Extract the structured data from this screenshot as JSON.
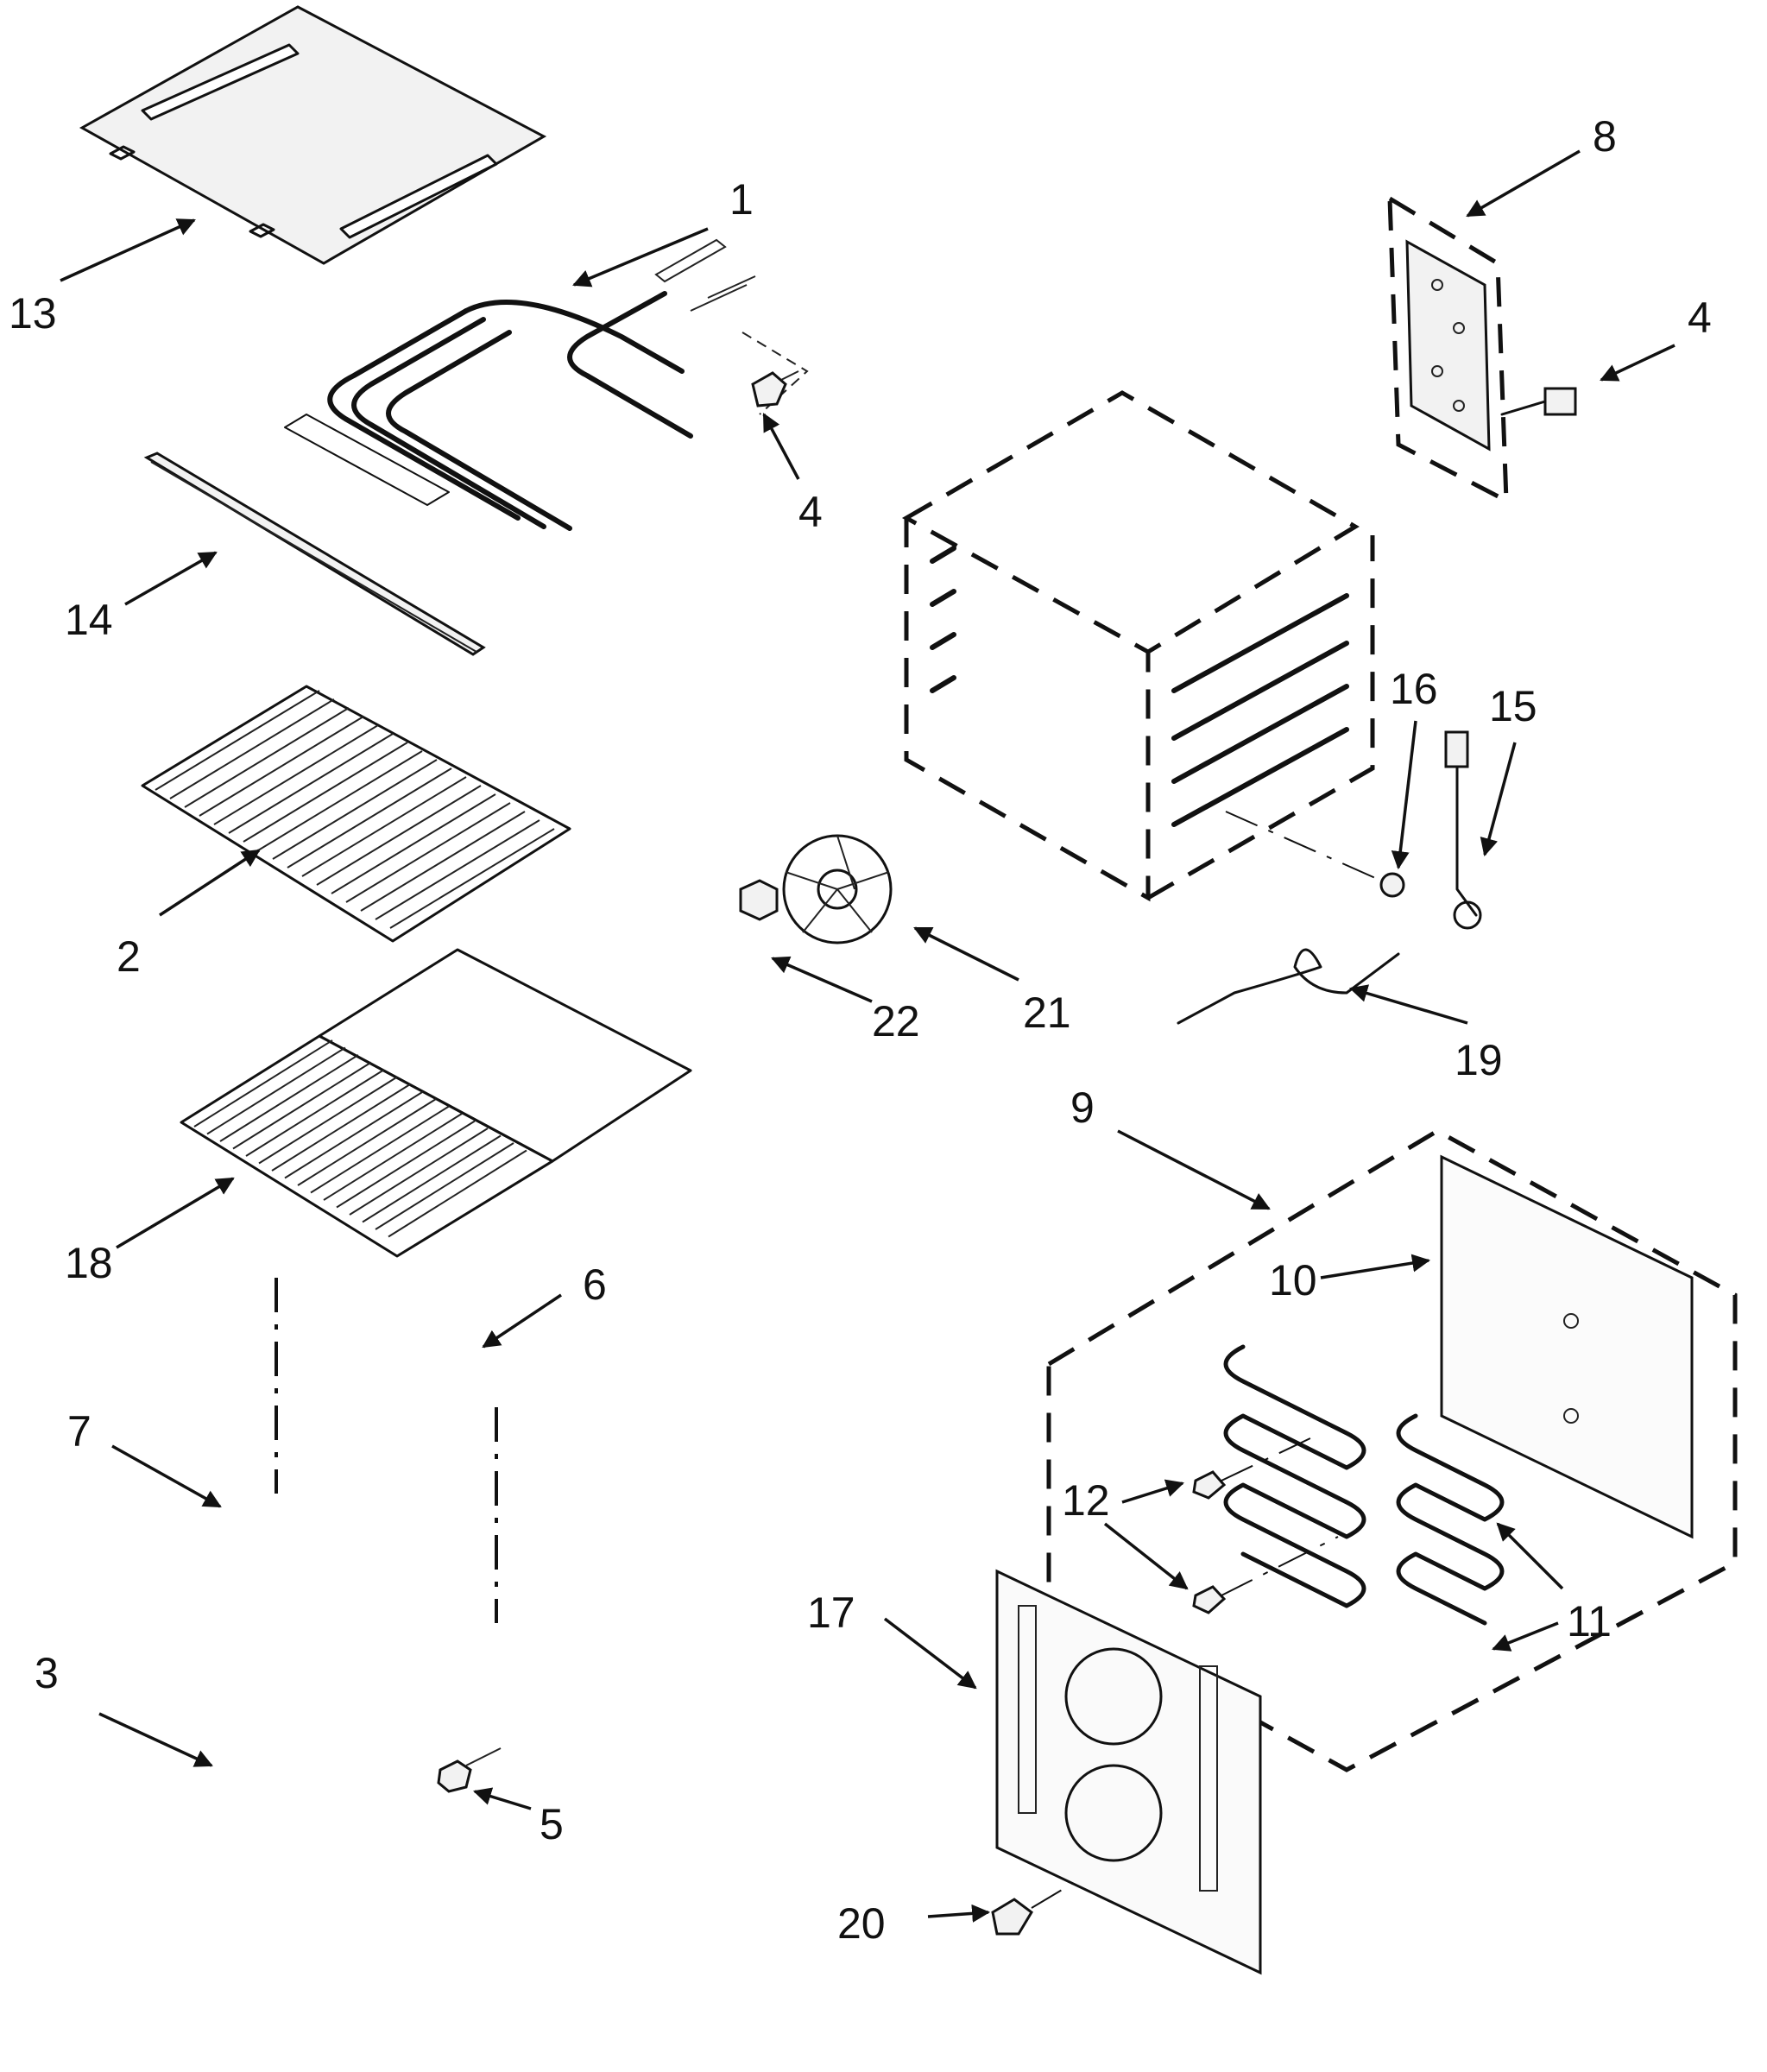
{
  "diagram": {
    "callouts": [
      "1",
      "2",
      "3",
      "4",
      "4",
      "5",
      "6",
      "7",
      "8",
      "9",
      "10",
      "11",
      "11",
      "12",
      "12",
      "13",
      "14",
      "15",
      "16",
      "17",
      "18",
      "19",
      "20",
      "21",
      "22"
    ]
  }
}
